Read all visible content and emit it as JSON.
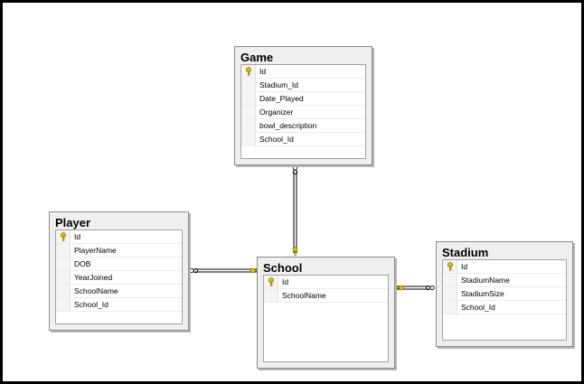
{
  "tables": {
    "game": {
      "name": "Game",
      "columns": [
        "Id",
        "Stadium_Id",
        "Date_Played",
        "Organizer",
        "bowl_description",
        "School_Id"
      ]
    },
    "player": {
      "name": "Player",
      "columns": [
        "Id",
        "PlayerName",
        "DOB",
        "YearJoined",
        "SchoolName",
        "School_Id"
      ]
    },
    "school": {
      "name": "School",
      "columns": [
        "Id",
        "SchoolName"
      ]
    },
    "stadium": {
      "name": "Stadium",
      "columns": [
        "Id",
        "StadiumName",
        "StadiumSize",
        "School_Id"
      ]
    }
  },
  "icons": {
    "primary_key": "key-icon",
    "many_end": "infinity-icon",
    "one_end": "key-icon"
  },
  "colors": {
    "key": "#d8c000",
    "border": "#8c8c8c",
    "header_bg": "#efefef",
    "frame": "#000000"
  }
}
